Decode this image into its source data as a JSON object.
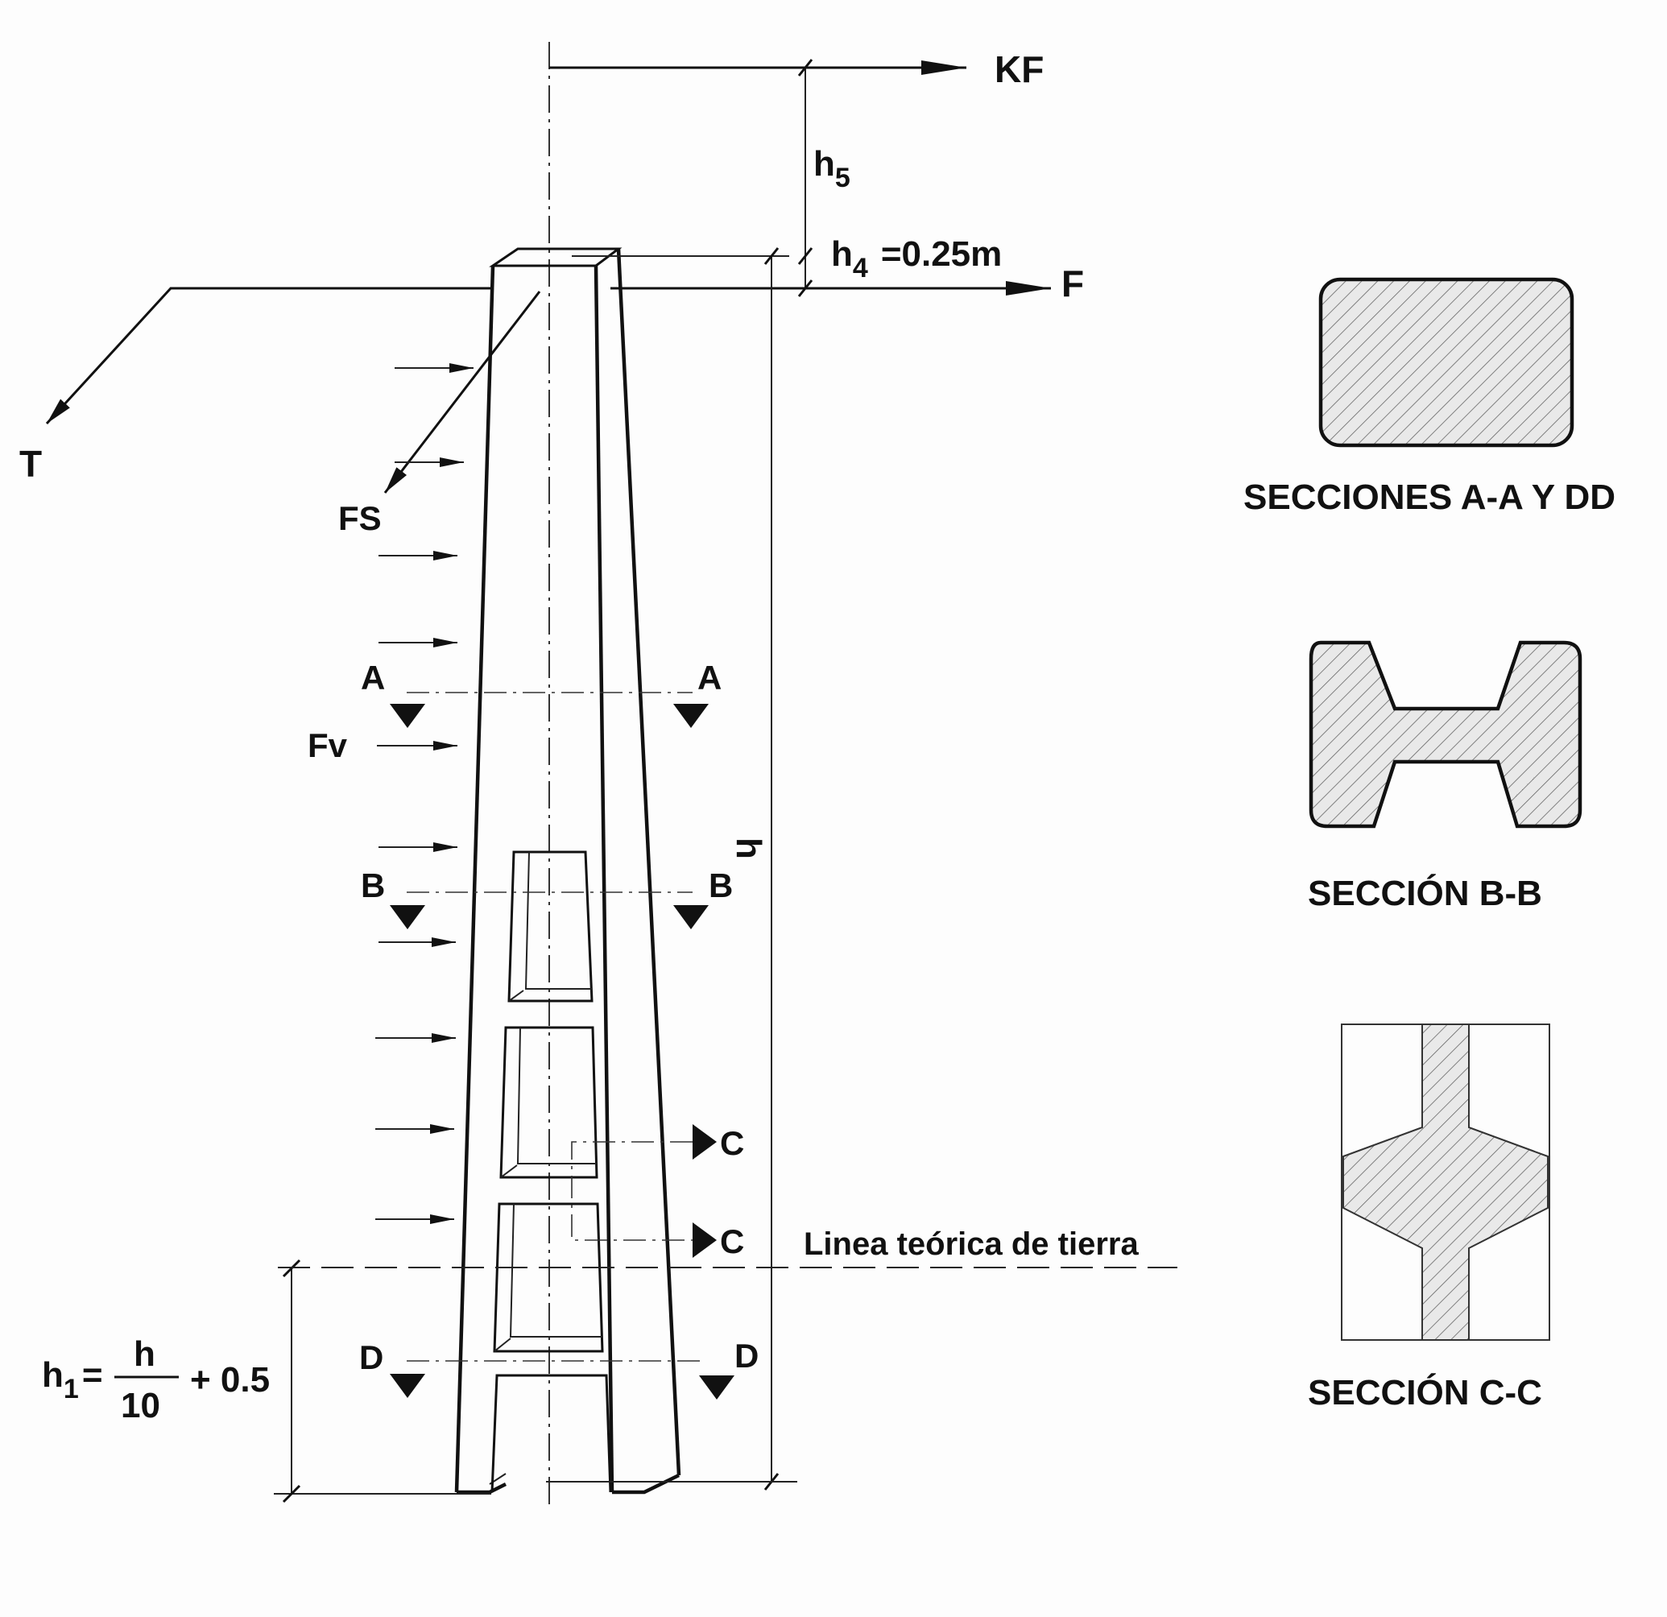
{
  "forces": {
    "kf": "KF",
    "f": "F",
    "t": "T",
    "fs": "FS",
    "fv": "Fv"
  },
  "dimensions": {
    "h5": {
      "base": "h",
      "sub": "5"
    },
    "h4": {
      "base": "h",
      "sub": "4",
      "value": "=0.25m"
    },
    "h": "h",
    "h1": {
      "base": "h",
      "sub": "1",
      "eq": "=",
      "num": "h",
      "den": "10",
      "plus": "+ 0.5"
    }
  },
  "section_marks": {
    "a": "A",
    "b": "B",
    "c": "C",
    "d": "D"
  },
  "ground_line": "Linea teórica de tierra",
  "sections": {
    "aa_dd": "SECCIONES A-A  Y  DD",
    "bb": "SECCIÓN  B-B",
    "cc": "SECCIÓN  C-C"
  }
}
